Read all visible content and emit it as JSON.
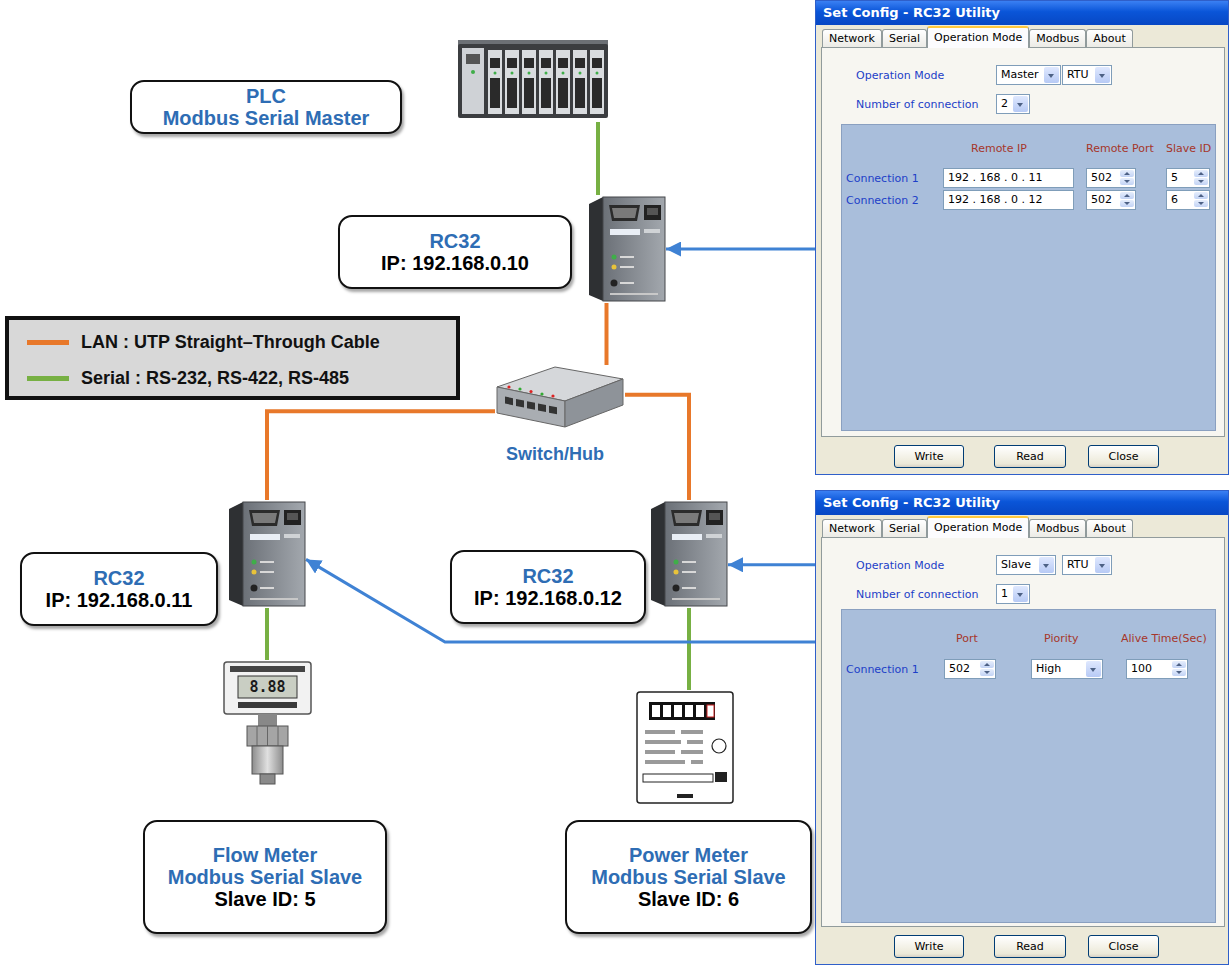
{
  "diagram": {
    "nodes": [
      {
        "text": [
          "PLC",
          "Modbus Serial Master"
        ]
      },
      {
        "text": [
          "Set Config - RC32 Utility"
        ]
      },
      {
        "text": [
          "RC32",
          "IP: 192.168.0.10"
        ]
      },
      {
        "text": [
          "Switch/Hub"
        ]
      },
      {
        "text": [
          "RC32",
          "IP: 192.168.0.11"
        ]
      },
      {
        "text": [
          "RC32",
          "IP: 192.168.0.12"
        ]
      },
      {
        "text": [
          "Set Config - RC32 Utility"
        ]
      },
      {
        "text": [
          "Flow Meter",
          "Modbus Serial Slave",
          "Slave ID: 5"
        ]
      },
      {
        "text": [
          "Power Meter",
          "Modbus Serial Slave",
          "Slave ID: 6"
        ]
      }
    ],
    "edges": [
      {
        "from": 0,
        "to": 2,
        "arrow": "none"
      },
      {
        "from": 2,
        "to": 3,
        "arrow": "none"
      },
      {
        "from": 3,
        "to": 4,
        "arrow": "none"
      },
      {
        "from": 3,
        "to": 5,
        "arrow": "none"
      },
      {
        "from": 4,
        "to": 7,
        "arrow": "none"
      },
      {
        "from": 5,
        "to": 8,
        "arrow": "none"
      },
      {
        "from": 1,
        "to": 2,
        "arrow": "to"
      },
      {
        "from": 6,
        "to": 5,
        "arrow": "to"
      },
      {
        "from": 6,
        "to": 4,
        "arrow": "to"
      }
    ],
    "labels": [
      "Network",
      "Serial",
      "Operation Mode",
      "Modbus",
      "About",
      "Operation Mode",
      "Master",
      "RTU",
      "Number of connection",
      "2",
      "Remote IP",
      "Remote Port",
      "Slave ID",
      "Connection 1",
      "192 . 168 . 0 . 11",
      "502",
      "5",
      "Connection 2",
      "192 . 168 . 0 . 12",
      "502",
      "6",
      "Write",
      "Read",
      "Close",
      "Network",
      "Serial",
      "Operation Mode",
      "Modbus",
      "About",
      "Operation Mode",
      "Slave",
      "RTU",
      "Number of connection",
      "1",
      "Port",
      "Piority",
      "Alive Time(Sec)",
      "Connection 1",
      "502",
      "High",
      "100",
      "Write",
      "Read",
      "Close",
      "8.88"
    ],
    "legend": [
      {
        "text": "LAN : UTP Straight–Through Cable",
        "color": "#e8782a"
      },
      {
        "text": "Serial : RS-232, RS-422, RS-485",
        "color": "#77b043"
      }
    ]
  }
}
